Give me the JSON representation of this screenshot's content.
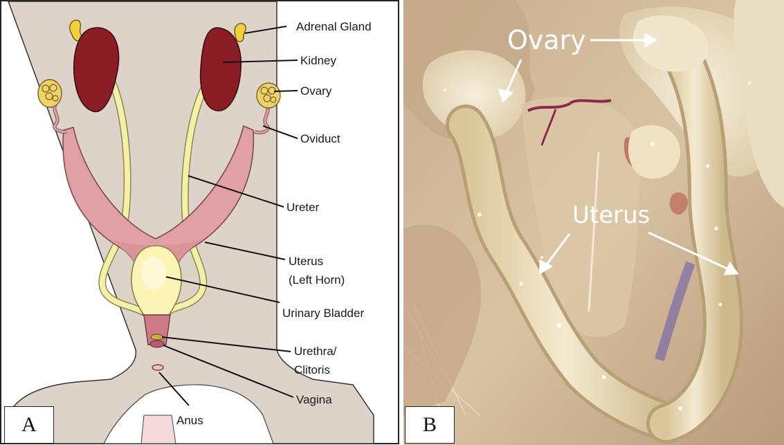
{
  "panel_a": {
    "tag": "A",
    "labels": {
      "adrenal_gland": "Adrenal Gland",
      "kidney": "Kidney",
      "ovary": "Ovary",
      "oviduct": "Oviduct",
      "ureter": "Ureter",
      "uterus_line1": "Uterus",
      "uterus_line2": "(Left Horn)",
      "urinary_bladder": "Urinary Bladder",
      "urethra_line1": "Urethra/",
      "urethra_line2": "Clitoris",
      "vagina": "Vagina",
      "anus": "Anus"
    }
  },
  "panel_b": {
    "tag": "B",
    "labels": {
      "ovary": "Ovary",
      "uterus": "Uterus"
    }
  },
  "colors": {
    "body": "#ddd3c8",
    "kidney": "#8b1e24",
    "adrenal": "#f2d23c",
    "ureter": "#f4f0a8",
    "uterus": "#e0a0a6",
    "bladder": "#fbf4b4",
    "photo_base": "#cdb697",
    "photo_tissue": "#ece3c9"
  }
}
